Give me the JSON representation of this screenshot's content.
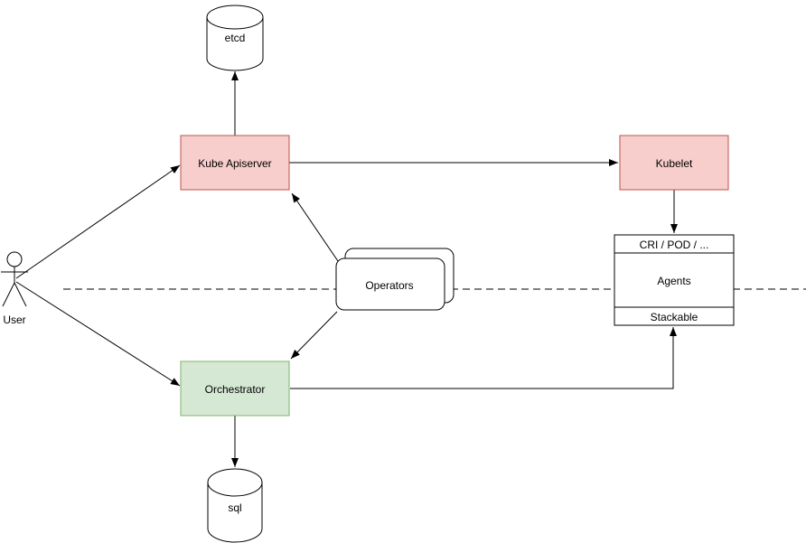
{
  "colors": {
    "background": "#ffffff",
    "line": "#000000",
    "pink_fill": "#f8cecc",
    "pink_stroke": "#b85450",
    "green_fill": "#d5e8d4",
    "green_stroke": "#82b366",
    "plain_fill": "#ffffff",
    "plain_stroke": "#000000",
    "text": "#000000"
  },
  "nodes": {
    "user": {
      "label": "User",
      "shape": "actor"
    },
    "etcd": {
      "label": "etcd",
      "shape": "cylinder"
    },
    "kube_apiserver": {
      "label": "Kube Apiserver",
      "shape": "rect"
    },
    "kubelet": {
      "label": "Kubelet",
      "shape": "rect"
    },
    "operators": {
      "label": "Operators",
      "shape": "stacked-rounded-rect"
    },
    "orchestrator": {
      "label": "Orchestrator",
      "shape": "rect"
    },
    "agents_stack": {
      "header": "CRI / POD / ...",
      "body": "Agents",
      "footer": "Stackable",
      "shape": "sectioned-rect"
    },
    "sql": {
      "label": "sql",
      "shape": "cylinder"
    }
  },
  "edges": [
    {
      "from": "user",
      "to": "kube_apiserver",
      "arrow": true
    },
    {
      "from": "user",
      "to": "orchestrator",
      "arrow": true
    },
    {
      "from": "kube_apiserver",
      "to": "etcd",
      "arrow": true
    },
    {
      "from": "kube_apiserver",
      "to": "kubelet",
      "arrow": true
    },
    {
      "from": "operators",
      "to": "kube_apiserver",
      "arrow": true
    },
    {
      "from": "operators",
      "to": "orchestrator",
      "arrow": true
    },
    {
      "from": "kubelet",
      "to": "agents_stack",
      "arrow": true
    },
    {
      "from": "orchestrator",
      "to": "agents_stack",
      "arrow": true
    },
    {
      "from": "orchestrator",
      "to": "sql",
      "arrow": true
    }
  ],
  "divider": {
    "style": "dashed",
    "orientation": "horizontal"
  }
}
